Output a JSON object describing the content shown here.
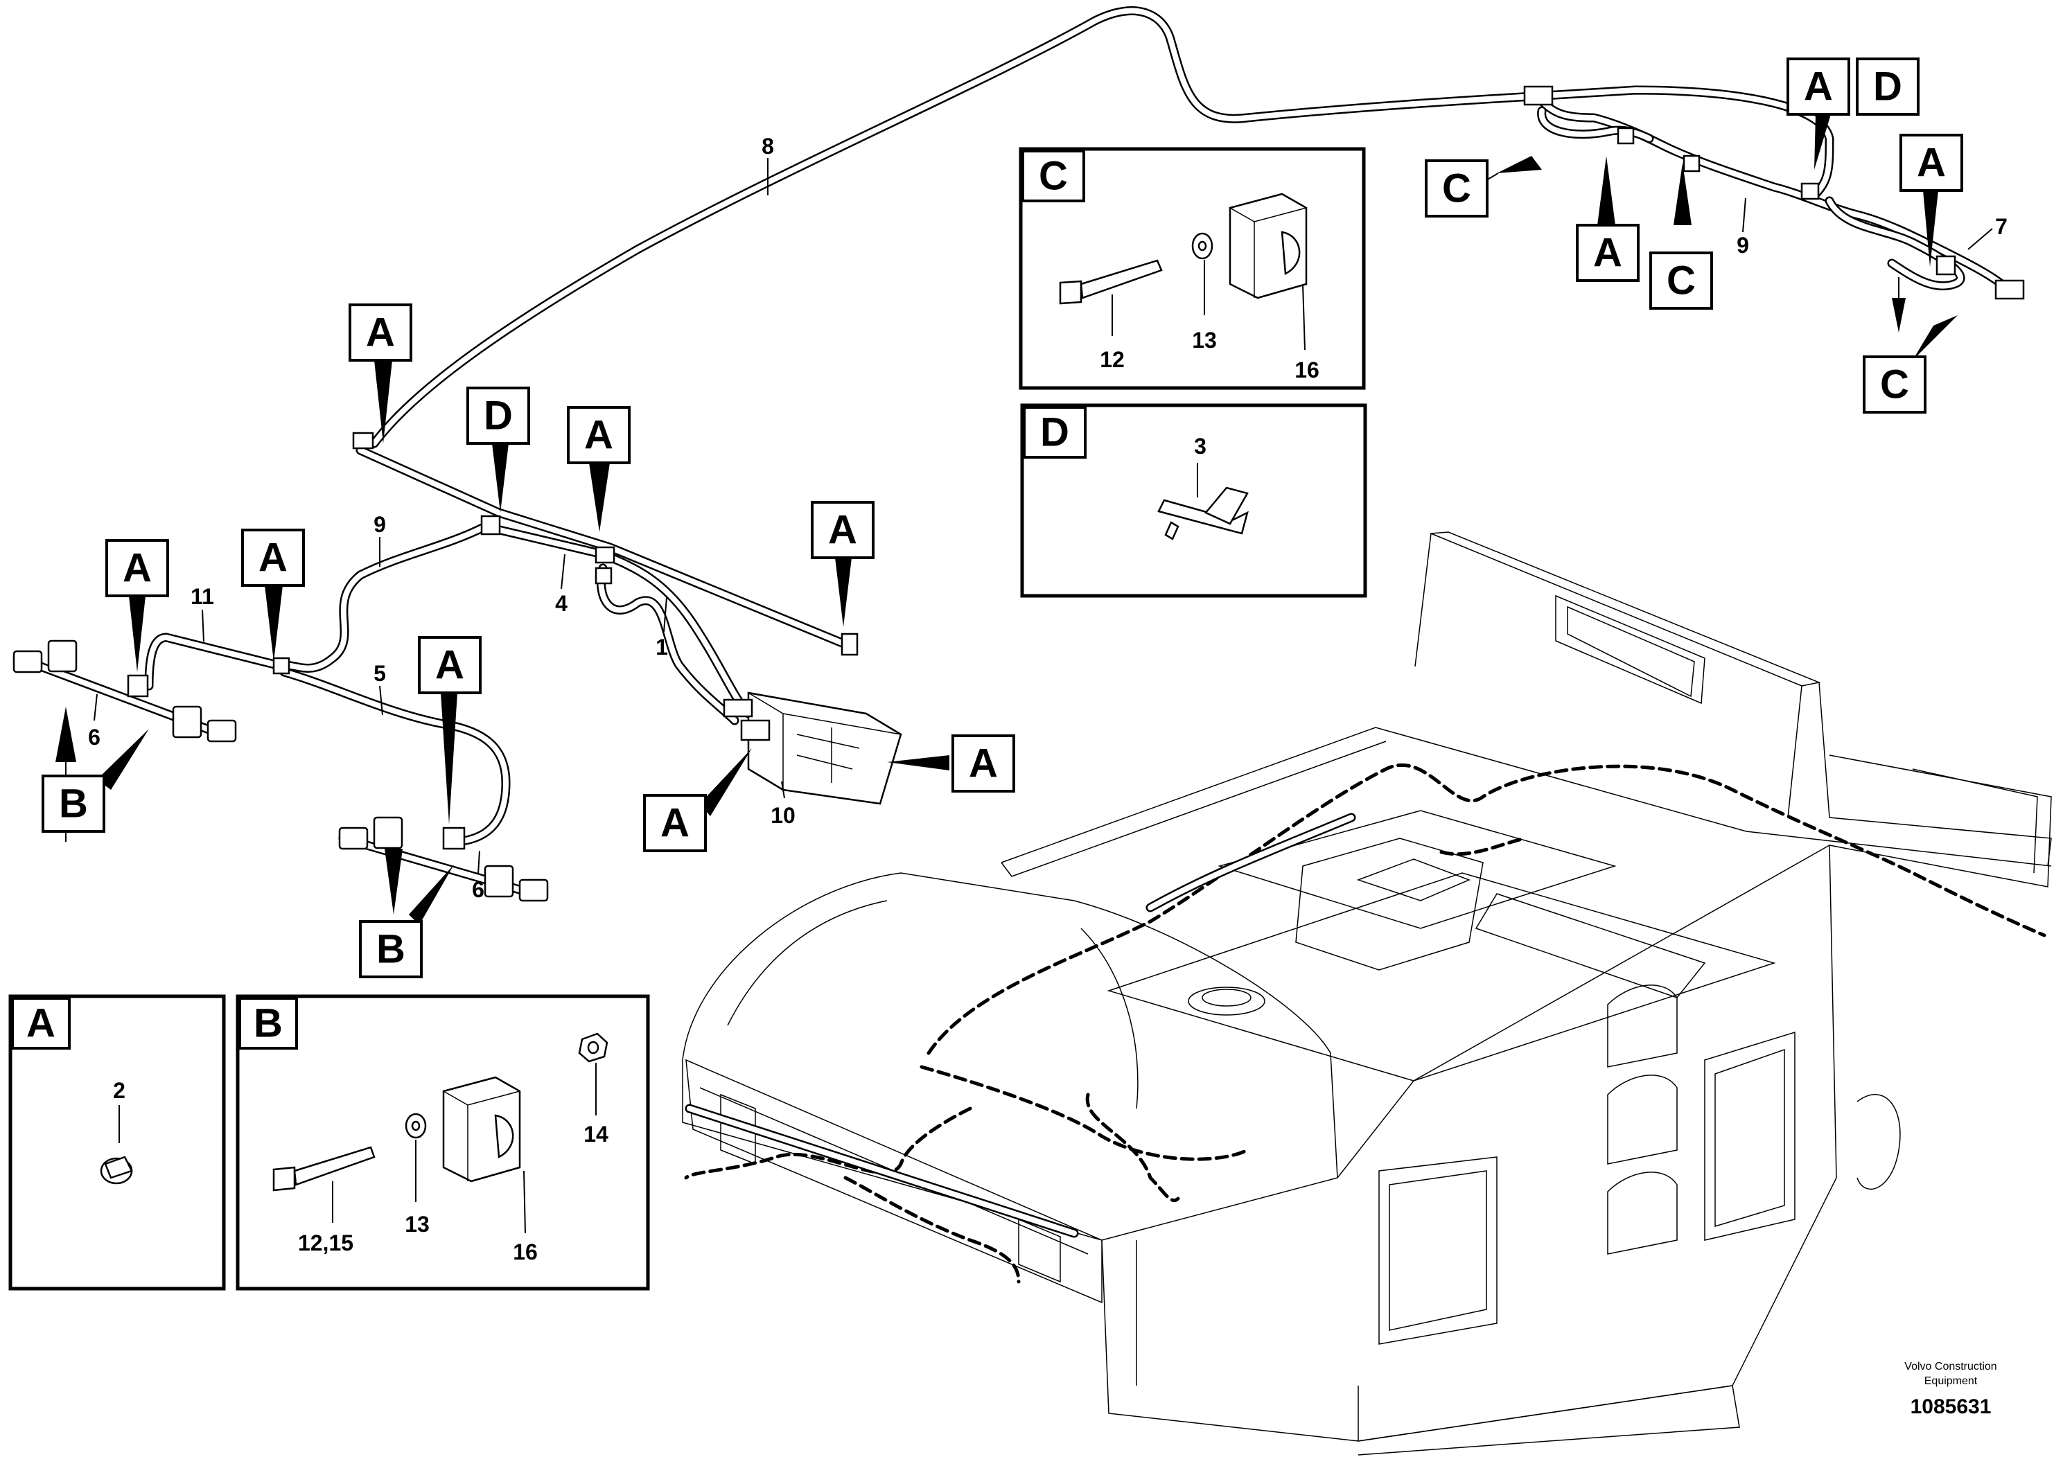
{
  "hose_labels": {
    "h8": "8",
    "h9_left": "9",
    "h11": "11",
    "h4": "4",
    "h1": "1",
    "h5": "5",
    "h6_left": "6",
    "h6_mid": "6",
    "h10": "10",
    "h9_right": "9",
    "h7": "7"
  },
  "callouts": {
    "a1": "A",
    "a2": "A",
    "a3": "A",
    "a4": "A",
    "a5": "A",
    "a6": "A",
    "a7": "A",
    "a8": "A",
    "a9": "A",
    "a10": "A",
    "a11": "A",
    "b1": "B",
    "b2": "B",
    "c1": "C",
    "c2": "C",
    "c3": "C",
    "d1": "D",
    "d2": "D"
  },
  "detail_views": {
    "c": {
      "title": "C",
      "labels": [
        "12",
        "13",
        "16"
      ]
    },
    "d": {
      "title": "D",
      "labels": [
        "3"
      ]
    },
    "a": {
      "title": "A",
      "labels": [
        "2"
      ]
    },
    "b": {
      "title": "B",
      "labels": [
        "12,15",
        "13",
        "16",
        "14"
      ]
    }
  },
  "footer": {
    "company_line1": "Volvo Construction",
    "company_line2": "Equipment",
    "drawing_number": "1085631"
  }
}
